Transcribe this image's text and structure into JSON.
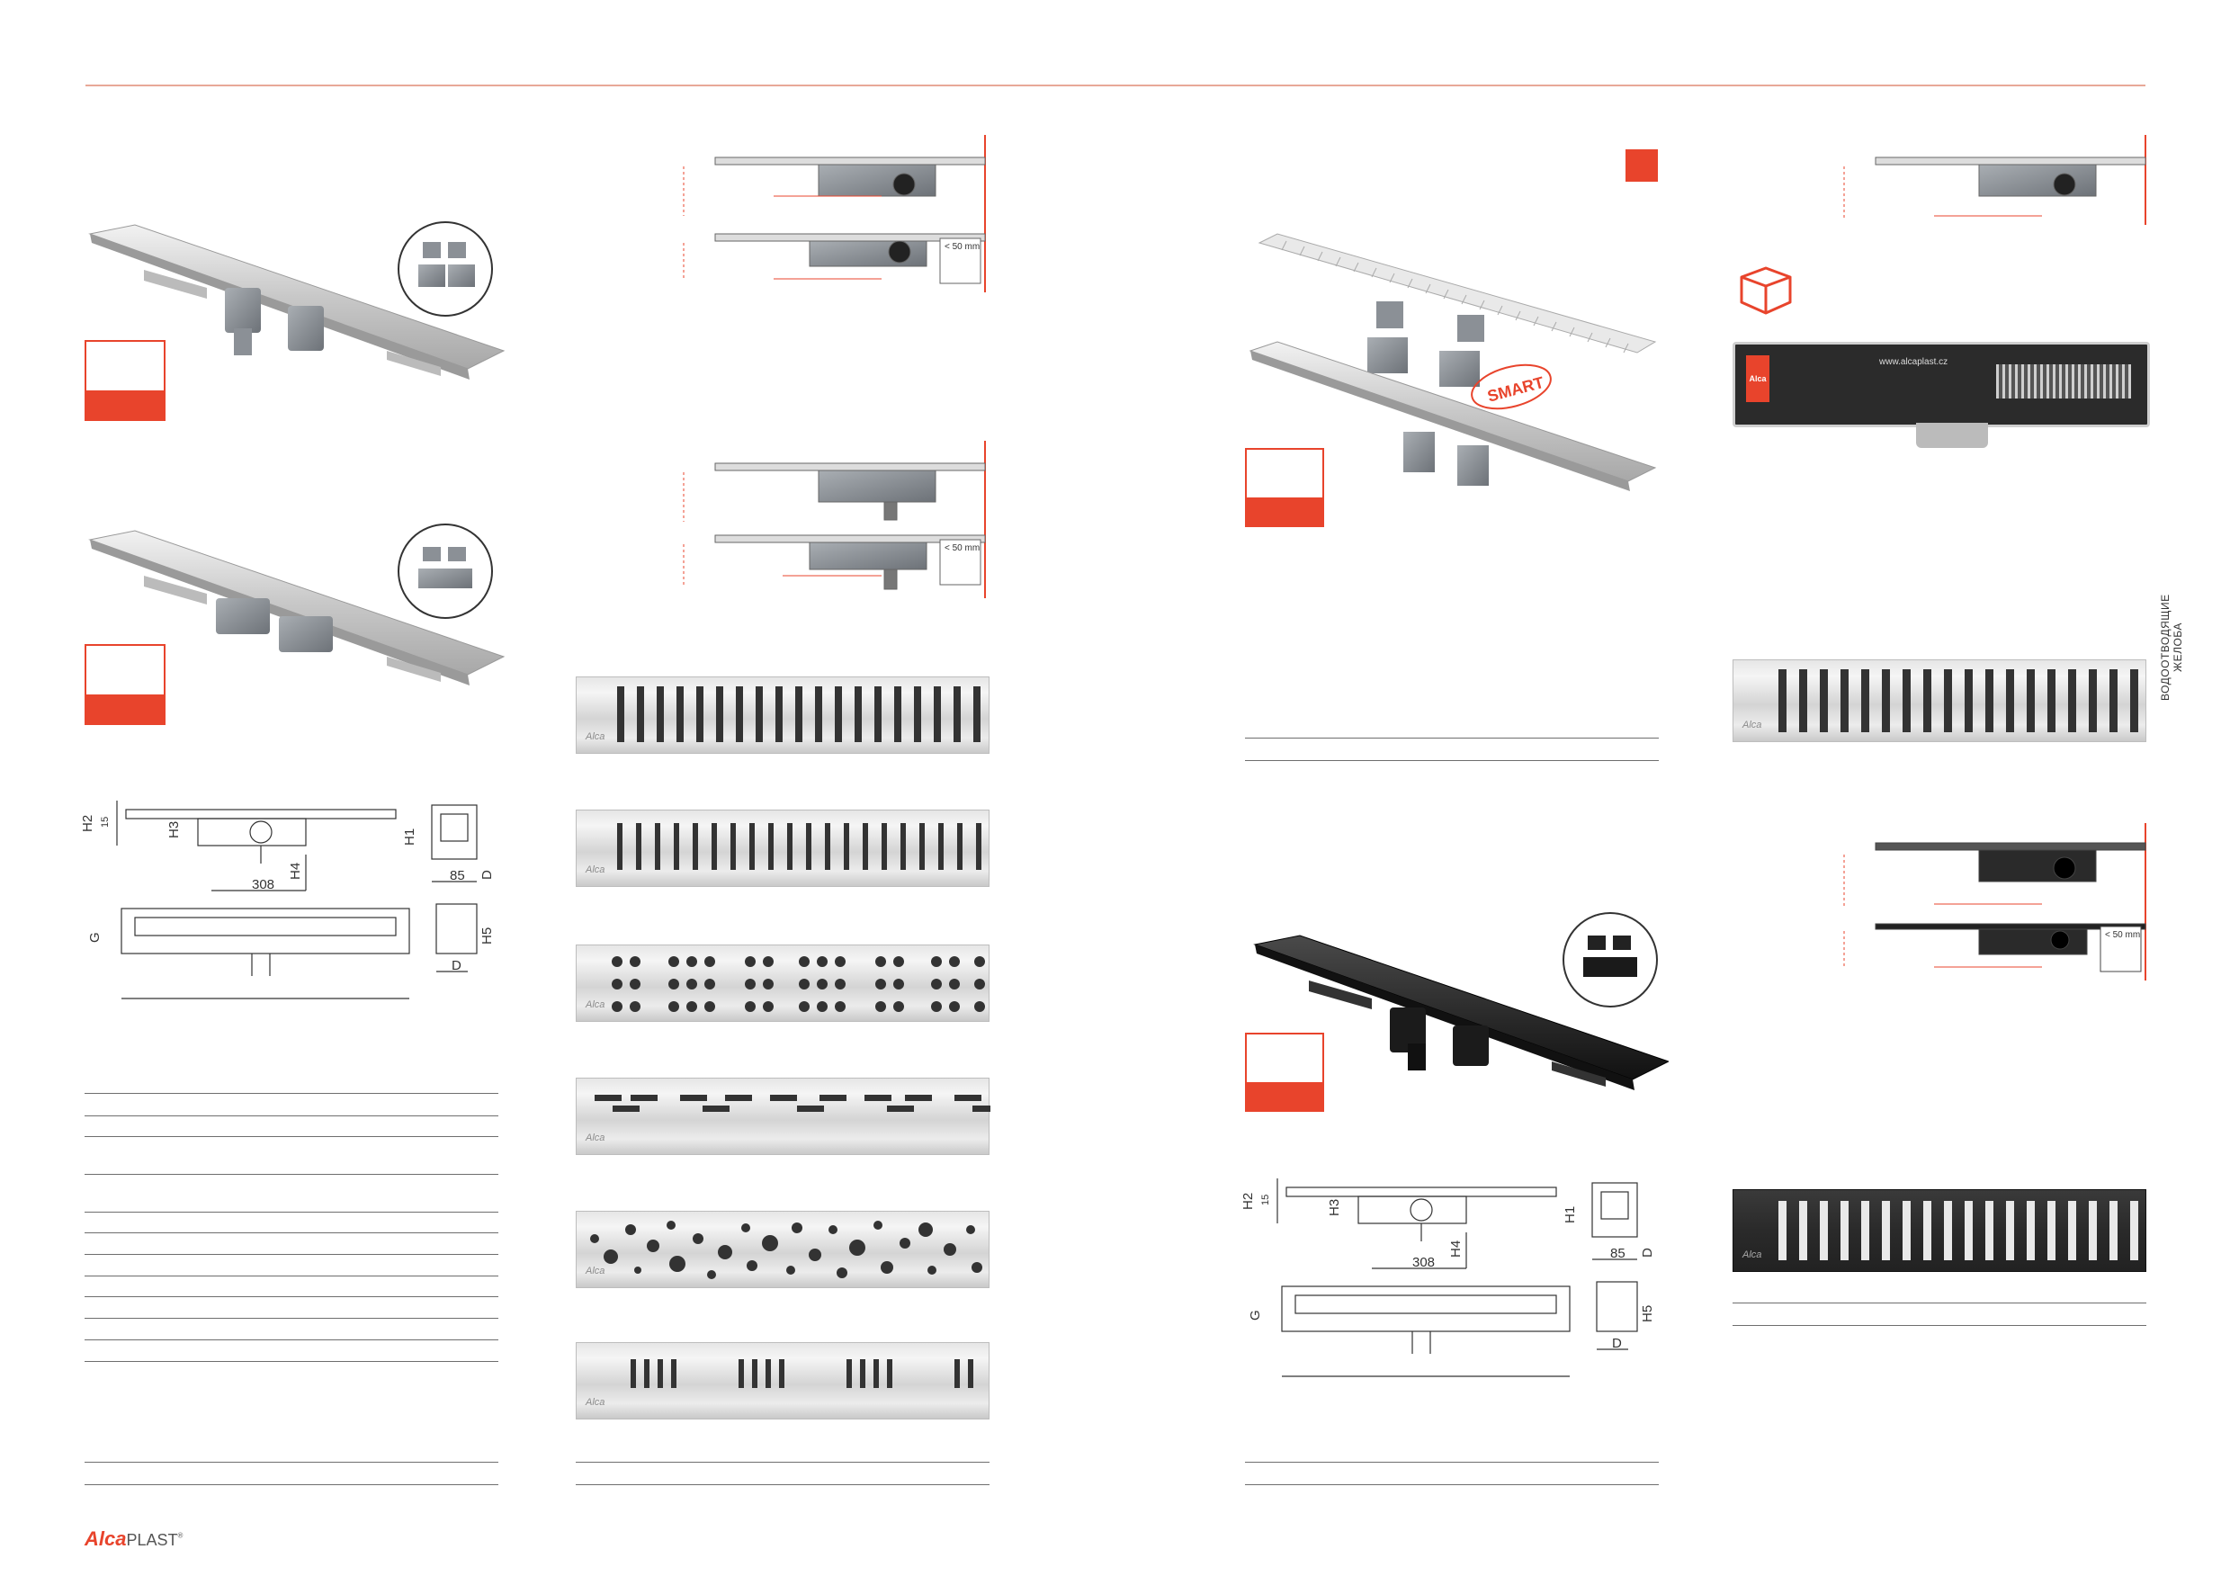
{
  "brand": {
    "name_red": "Alca",
    "name_grey": "PLAST",
    "reg": "®"
  },
  "side_tab": {
    "text": "ВОДООТВОДЯЩИЕ ЖЕЛОБА"
  },
  "drawing_labels": {
    "h1": "H1",
    "h2": "H2",
    "h3": "H3",
    "h4": "H4",
    "h5": "H5",
    "d": "D",
    "g": "G",
    "dim_15": "15",
    "dim_308": "308",
    "dim_85": "85"
  },
  "callout": {
    "gap_label": "< 50 mm"
  },
  "smart_label": "SMART",
  "grate_logo": "Alca",
  "package": {
    "url": "www.alcaplast.cz",
    "logo": "Alca"
  },
  "colors": {
    "accent": "#e8442c",
    "rule": "#e8a898",
    "line": "#6e6e6e"
  }
}
